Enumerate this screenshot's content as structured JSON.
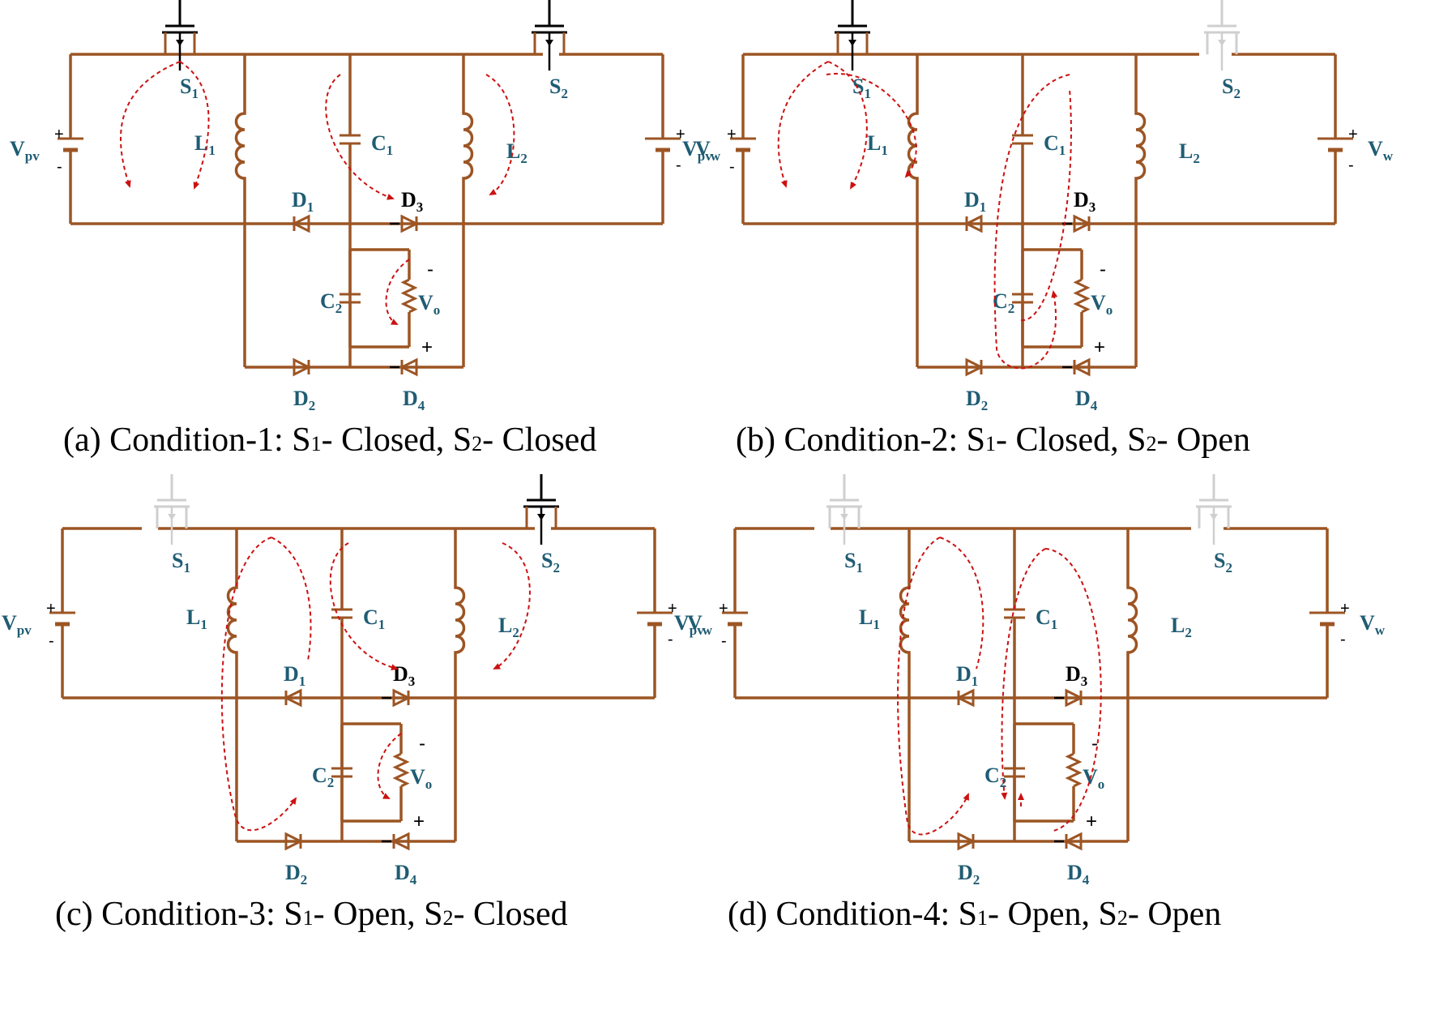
{
  "panels": [
    {
      "id": "a",
      "caption": {
        "pre": "(a) Condition-1: S",
        "s1": "1",
        "mid": "- Closed, S",
        "s2": "2",
        "post": "- Closed"
      },
      "s1_state": "Closed",
      "s2_state": "Closed",
      "labels": {
        "vpv": "V",
        "vpv_sub": "pv",
        "vw": "V",
        "vw_sub": "w",
        "s1": "S",
        "s1_sub": "1",
        "s2": "S",
        "s2_sub": "2",
        "l1": "L",
        "l1_sub": "1",
        "l2": "L",
        "l2_sub": "2",
        "c1": "C",
        "c1_sub": "1",
        "c2": "C",
        "c2_sub": "2",
        "d1": "D",
        "d1_sub": "1",
        "d2": "D",
        "d2_sub": "2",
        "d3": "D",
        "d3_sub": "3",
        "d4": "D",
        "d4_sub": "4",
        "vo": "V",
        "vo_sub": "o",
        "plus": "+",
        "minus": "-"
      }
    },
    {
      "id": "b",
      "caption": {
        "pre": "(b) Condition-2: S",
        "s1": "1",
        "mid": "- Closed, S",
        "s2": "2",
        "post": "- Open"
      },
      "s1_state": "Closed",
      "s2_state": "Open",
      "labels": {
        "vpv": "V",
        "vpv_sub": "pv",
        "vw": "V",
        "vw_sub": "w",
        "s1": "S",
        "s1_sub": "1",
        "s2": "S",
        "s2_sub": "2",
        "l1": "L",
        "l1_sub": "1",
        "l2": "L",
        "l2_sub": "2",
        "c1": "C",
        "c1_sub": "1",
        "c2": "C",
        "c2_sub": "2",
        "d1": "D",
        "d1_sub": "1",
        "d2": "D",
        "d2_sub": "2",
        "d3": "D",
        "d3_sub": "3",
        "d4": "D",
        "d4_sub": "4",
        "vo": "V",
        "vo_sub": "o",
        "plus": "+",
        "minus": "-"
      }
    },
    {
      "id": "c",
      "caption": {
        "pre": "(c) Condition-3: S",
        "s1": "1",
        "mid": "- Open, S",
        "s2": "2",
        "post": "- Closed"
      },
      "s1_state": "Open",
      "s2_state": "Closed",
      "labels": {
        "vpv": "V",
        "vpv_sub": "pv",
        "vw": "V",
        "vw_sub": "w",
        "s1": "S",
        "s1_sub": "1",
        "s2": "S",
        "s2_sub": "2",
        "l1": "L",
        "l1_sub": "1",
        "l2": "L",
        "l2_sub": "2",
        "c1": "C",
        "c1_sub": "1",
        "c2": "C",
        "c2_sub": "2",
        "d1": "D",
        "d1_sub": "1",
        "d2": "D",
        "d2_sub": "2",
        "d3": "D",
        "d3_sub": "3",
        "d4": "D",
        "d4_sub": "4",
        "vo": "V",
        "vo_sub": "o",
        "plus": "+",
        "minus": "-"
      }
    },
    {
      "id": "d",
      "caption": {
        "pre": "(d) Condition-4: S",
        "s1": "1",
        "mid": "- Open, S",
        "s2": "2",
        "post": "- Open"
      },
      "s1_state": "Open",
      "s2_state": "Open",
      "labels": {
        "vpv": "V",
        "vpv_sub": "pv",
        "vw": "V",
        "vw_sub": "w",
        "s1": "S",
        "s1_sub": "1",
        "s2": "S",
        "s2_sub": "2",
        "l1": "L",
        "l1_sub": "1",
        "l2": "L",
        "l2_sub": "2",
        "c1": "C",
        "c1_sub": "1",
        "c2": "C",
        "c2_sub": "2",
        "d1": "D",
        "d1_sub": "1",
        "d2": "D",
        "d2_sub": "2",
        "d3": "D",
        "d3_sub": "3",
        "d4": "D",
        "d4_sub": "4",
        "vo": "V",
        "vo_sub": "o",
        "plus": "+",
        "minus": "-"
      }
    }
  ],
  "colors": {
    "wire": "#9c5524",
    "label": "#1f5c73",
    "current_path": "#cc1111",
    "open_switch": "#cfcfcf",
    "diode": "#9c5524"
  }
}
